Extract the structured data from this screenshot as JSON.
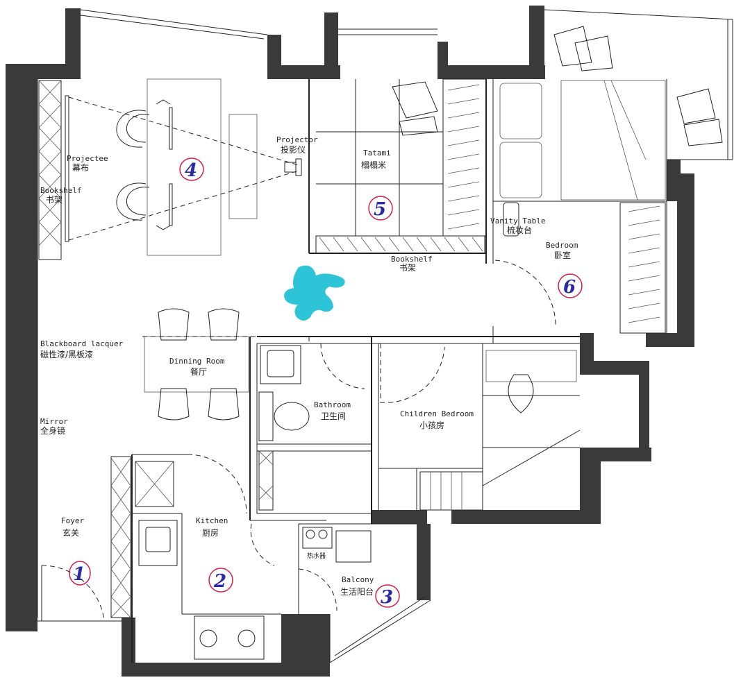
{
  "rooms": {
    "projector_screen": {
      "en": "Projectee",
      "cn": "幕布"
    },
    "bookshelf_left": {
      "en": "Bookshelf",
      "cn": "书架"
    },
    "projector": {
      "en": "Projector",
      "cn": "投影仪"
    },
    "tatami": {
      "en": "Tatami",
      "cn": "榻榻米"
    },
    "bookshelf_mid": {
      "en": "Bookshelf",
      "cn": "书架"
    },
    "vanity": {
      "en": "Vanity Table",
      "cn": "梳妆台"
    },
    "bedroom": {
      "en": "Bedroom",
      "cn": "卧室"
    },
    "blackboard": {
      "en": "Blackboard lacquer",
      "cn": "磁性漆/黑板漆"
    },
    "dining": {
      "en": "Dinning Room",
      "cn": "餐厅"
    },
    "bathroom": {
      "en": "Bathroom",
      "cn": "卫生间"
    },
    "children": {
      "en": "Children Bedroom",
      "cn": "小孩房"
    },
    "mirror": {
      "en": "Mirror",
      "cn": "全身镜"
    },
    "foyer": {
      "en": "Foyer",
      "cn": "玄关"
    },
    "kitchen": {
      "en": "Kitchen",
      "cn": "厨房"
    },
    "balcony": {
      "en": "Balcony",
      "cn": "生活阳台"
    },
    "water_heater": {
      "cn": "热水器"
    }
  },
  "markers": {
    "m1": "1",
    "m2": "2",
    "m3": "3",
    "m4": "4",
    "m5": "5",
    "m6": "6"
  },
  "colors": {
    "wall": "#3a3a3a",
    "marker_text": "#2a2aa8",
    "marker_ring": "#d81a4a",
    "robot": "#2ec4d8"
  }
}
